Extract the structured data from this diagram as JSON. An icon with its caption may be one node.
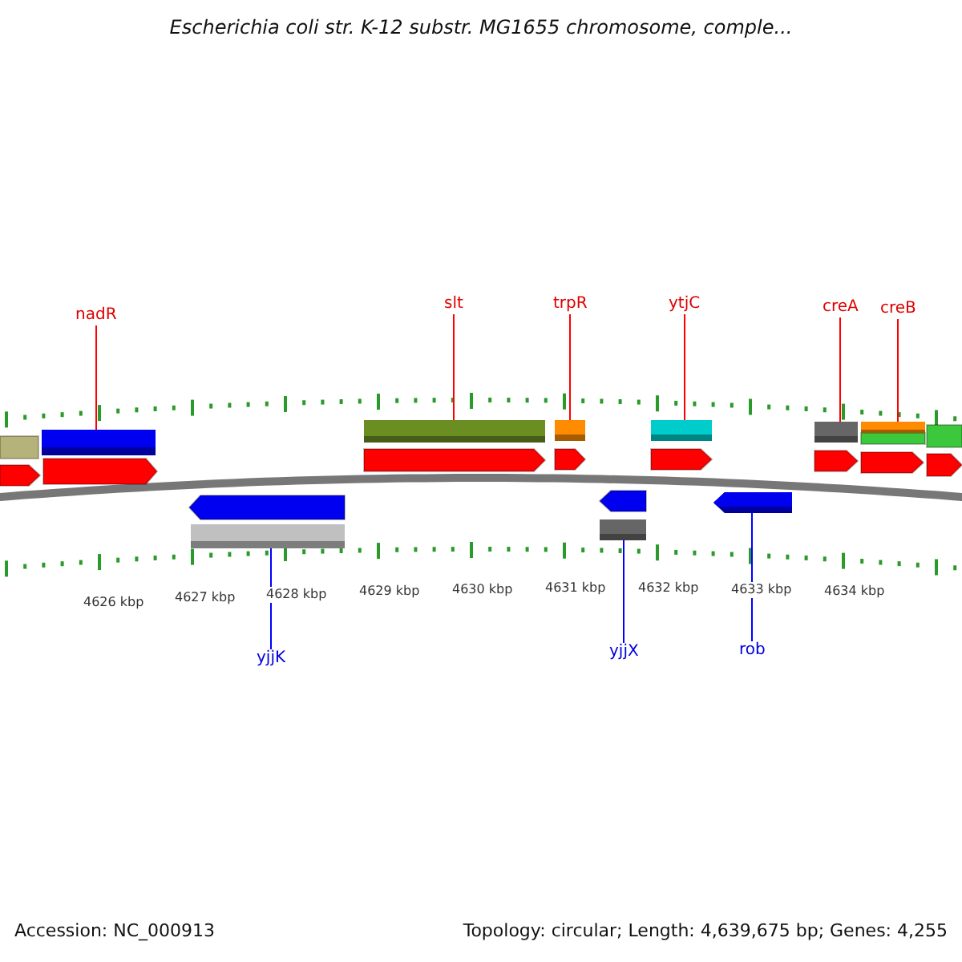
{
  "diagram": {
    "title": "Escherichia coli str. K-12 substr. MG1655 chromosome, comple...",
    "nodes": [
      {
        "text": [
          "nadR"
        ]
      },
      {
        "text": [
          "slt"
        ]
      },
      {
        "text": [
          "trpR"
        ]
      },
      {
        "text": [
          "ytjC"
        ]
      },
      {
        "text": [
          "creA"
        ]
      },
      {
        "text": [
          "creB"
        ]
      },
      {
        "text": [],
        "shape": "bar"
      },
      {
        "text": [],
        "shape": "bar"
      },
      {
        "text": [],
        "shape": "bar"
      },
      {
        "text": [],
        "shape": "bar"
      },
      {
        "text": [],
        "shape": "bar"
      },
      {
        "text": [],
        "shape": "bar"
      },
      {
        "text": [],
        "shape": "bar"
      },
      {
        "text": [],
        "shape": "bar"
      },
      {
        "text": [],
        "shape": "bar"
      },
      {
        "text": [
          "yjjK"
        ]
      },
      {
        "text": [
          "yjjX"
        ]
      },
      {
        "text": [
          "rob"
        ]
      }
    ],
    "edges": [
      {
        "from": 0,
        "to": 6,
        "arrow": "none"
      },
      {
        "from": 1,
        "to": 7,
        "arrow": "none"
      },
      {
        "from": 2,
        "to": 8,
        "arrow": "none"
      },
      {
        "from": 3,
        "to": 9,
        "arrow": "none"
      },
      {
        "from": 4,
        "to": 10,
        "arrow": "none"
      },
      {
        "from": 5,
        "to": 11,
        "arrow": "none"
      },
      {
        "from": 15,
        "to": 12,
        "arrow": "none",
        "color": "#0000ff"
      },
      {
        "from": 16,
        "to": 13,
        "arrow": "none",
        "color": "#0000ff"
      },
      {
        "from": 17,
        "to": 14,
        "arrow": "none",
        "color": "#0000ff"
      }
    ],
    "labels": [
      "4626 kbp",
      "4627 kbp",
      "4628 kbp",
      "4629 kbp",
      "4630 kbp",
      "4631 kbp",
      "4632 kbp",
      "4633 kbp",
      "4634 kbp",
      "Accession: NC_000913",
      "Topology: circular; Length: 4,639,675 bp; Genes: 4,255"
    ]
  }
}
